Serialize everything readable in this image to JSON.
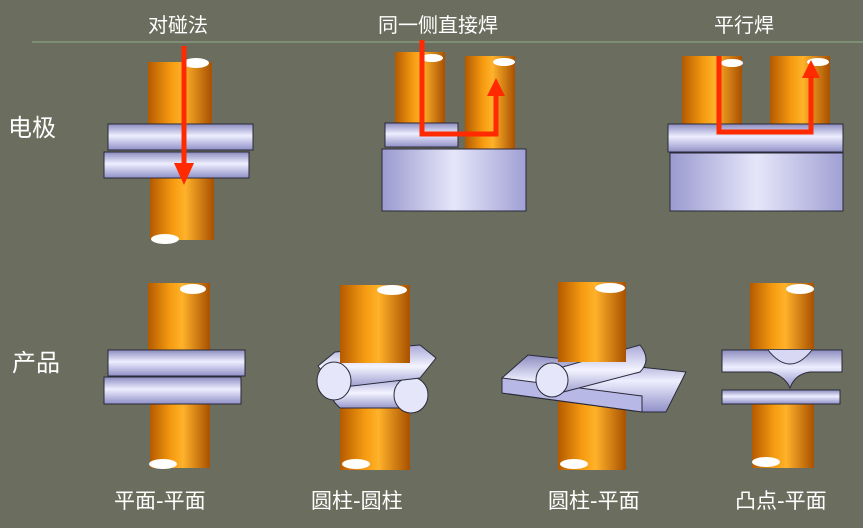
{
  "columns": {
    "opposed": "对碰法",
    "same_side": "同一侧直接焊",
    "parallel": "平行焊"
  },
  "rows": {
    "electrode": "电极",
    "product": "产品"
  },
  "captions": {
    "flat_flat": "平面-平面",
    "cyl_cyl": "圆柱-圆柱",
    "cyl_flat": "圆柱-平面",
    "bump_flat": "凸点-平面"
  },
  "colors": {
    "background": "#6b6e5e",
    "electrode": "#f0900a",
    "plate": "#c8c8f0",
    "arrow": "#ff2a00",
    "rule": "#8fae8a"
  }
}
